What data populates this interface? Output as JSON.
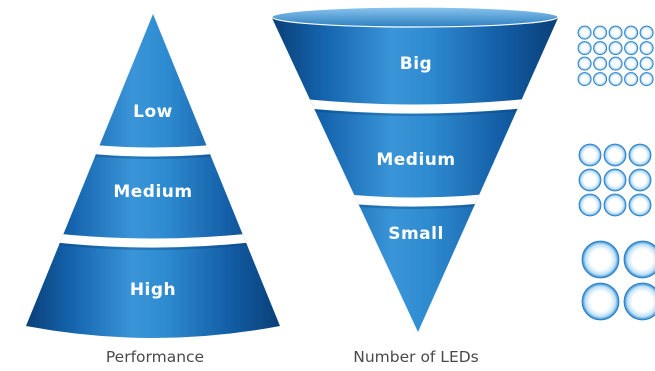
{
  "diagrams": {
    "performance": {
      "caption": "Performance",
      "bands": [
        "Low",
        "Medium",
        "High"
      ]
    },
    "led_count": {
      "caption": "Number of LEDs",
      "bands": [
        "Big",
        "Medium",
        "Small"
      ]
    }
  },
  "led_grids": [
    {
      "rows": 4,
      "cols": 5
    },
    {
      "rows": 3,
      "cols": 3
    },
    {
      "rows": 2,
      "cols": 2
    }
  ],
  "colors": {
    "fill_dark": "#0b4a8a",
    "fill_mid": "#1a78c4",
    "fill_light": "#6fb6e8",
    "separator": "#ffffff",
    "caption": "#4a4a4a"
  }
}
